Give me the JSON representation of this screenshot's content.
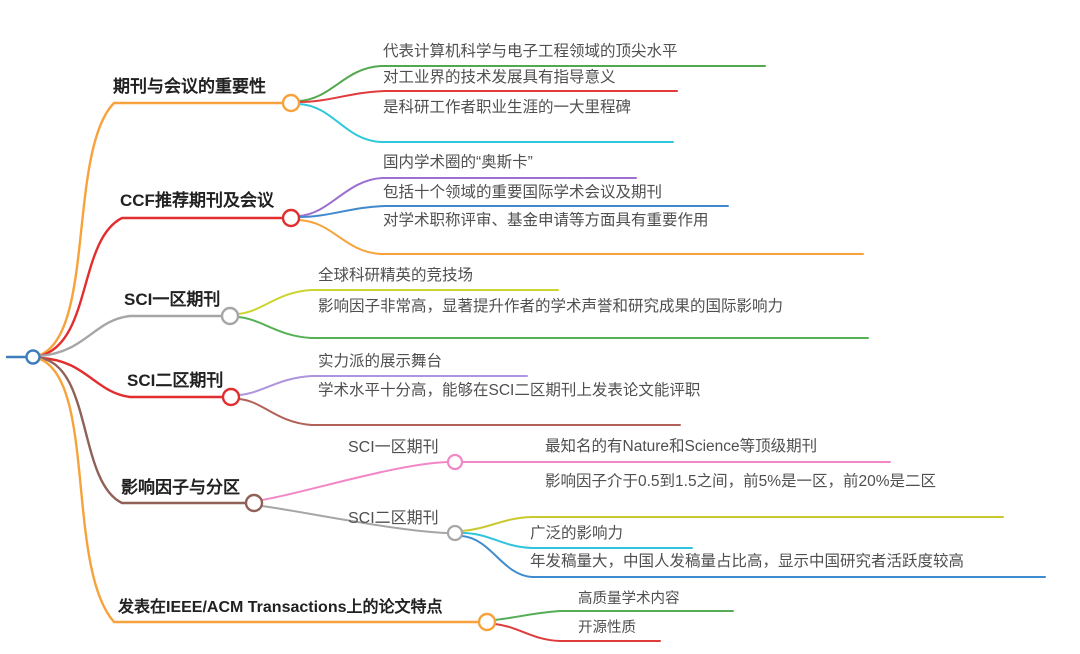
{
  "root": {
    "color": "#3E7DBD"
  },
  "branches": [
    {
      "label": "期刊与会议的重要性",
      "color": "#F7A23C",
      "children": [
        {
          "label": "代表计算机科学与电子工程领域的顶尖水平",
          "color": "#52A94D"
        },
        {
          "label": "对工业界的技术发展具有指导意义",
          "color": "#E23B3B"
        },
        {
          "label": "是科研工作者职业生涯的一大里程碑",
          "color": "#2EC8DC"
        }
      ]
    },
    {
      "label": "CCF推荐期刊及会议",
      "color": "#E22E2E",
      "children": [
        {
          "label": "国内学术圈的“奥斯卡”",
          "color": "#9C6FD0"
        },
        {
          "label": "包括十个领域的重要国际学术会议及期刊",
          "color": "#4288CE"
        },
        {
          "label": "对学术职称评审、基金申请等方面具有重要作用",
          "color": "#F7A23C"
        }
      ]
    },
    {
      "label": "SCI一区期刊",
      "color": "#A6A6A6",
      "children": [
        {
          "label": "全球科研精英的竞技场",
          "color": "#CDD42F"
        },
        {
          "label": "影响因子非常高，显著提升作者的学术声誉和研究成果的国际影响力",
          "color": "#57B256"
        }
      ]
    },
    {
      "label": "SCI二区期刊",
      "color": "#E22E2E",
      "children": [
        {
          "label": "实力派的展示舞台",
          "color": "#AE94DC"
        },
        {
          "label": "学术水平十分高，能够在SCI二区期刊上发表论文能评职",
          "color": "#B26158"
        }
      ]
    },
    {
      "label": "影响因子与分区",
      "color": "#8F6157",
      "children": [
        {
          "label": "SCI一区期刊",
          "color": "#F287C7",
          "children": [
            {
              "label": "最知名的有Nature和Science等顶级期刊",
              "color": "#F287C7"
            }
          ]
        },
        {
          "label": "SCI二区期刊",
          "color": "#A6A6A6",
          "children": [
            {
              "label": "影响因子介于0.5到1.5之间，前5%是一区，前20%是二区",
              "color": "#C9C92F"
            },
            {
              "label": "广泛的影响力",
              "color": "#2EC4DC"
            },
            {
              "label": "年发稿量大，中国人发稿量占比高，显示中国研究者活跃度较高",
              "color": "#3E8CCF"
            }
          ]
        }
      ]
    },
    {
      "label": "发表在IEEE/ACM Transactions上的论文特点",
      "color": "#F7A23C",
      "children": [
        {
          "label": "高质量学术内容",
          "color": "#55AD55"
        },
        {
          "label": "开源性质",
          "color": "#E03B3B"
        }
      ]
    }
  ]
}
